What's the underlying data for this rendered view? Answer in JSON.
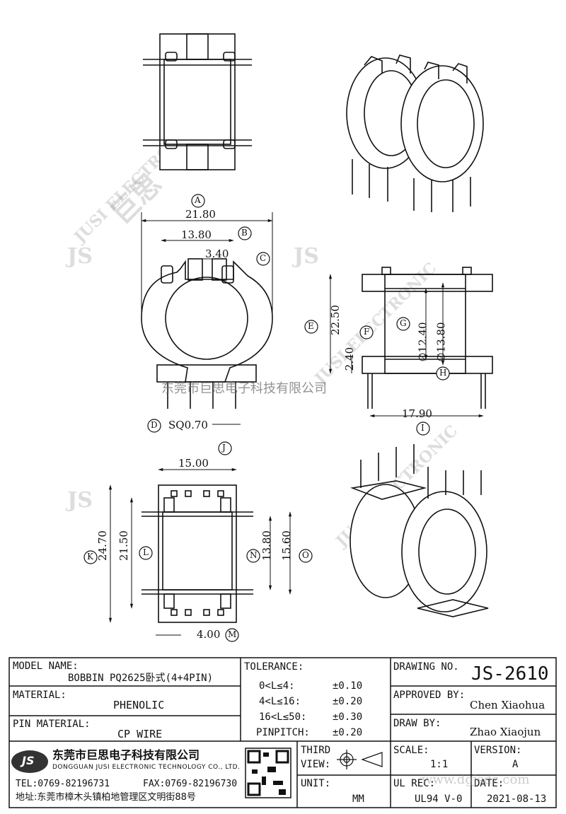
{
  "dims": {
    "A": "21.80",
    "B": "13.80",
    "C": "3.40",
    "D": "SQ0.70",
    "E": "22.50",
    "F": "2.40",
    "G": "∅12.40",
    "H": "∅13.80",
    "I": "17.90",
    "J": "15.00",
    "K": "24.70",
    "L": "21.50",
    "M": "4.00",
    "N": "13.80",
    "O": "15.60"
  },
  "callouts": [
    "A",
    "B",
    "C",
    "D",
    "E",
    "F",
    "G",
    "H",
    "I",
    "J",
    "K",
    "L",
    "M",
    "N",
    "O"
  ],
  "overlay_company": "东莞市巨思电子科技有限公司",
  "watermarks": {
    "logo": "JS",
    "chinese": "巨思",
    "english": "JUSI ELECTRONIC",
    "website": "www.dgjsdz.com"
  },
  "title_block": {
    "model_name_label": "MODEL NAME:",
    "model_name_value": "BOBBIN PQ2625卧式(4+4PIN)",
    "material_label": "MATERIAL:",
    "material_value": "PHENOLIC",
    "pin_material_label": "PIN MATERIAL:",
    "pin_material_value": "CP WIRE",
    "tolerance_label": "TOLERANCE:",
    "tolerances": [
      {
        "range": "0<L≤4:",
        "value": "±0.10"
      },
      {
        "range": "4<L≤16:",
        "value": "±0.20"
      },
      {
        "range": "16<L≤50:",
        "value": "±0.30"
      },
      {
        "range": "PINPITCH:",
        "value": "±0.20"
      }
    ],
    "drawing_no_label": "DRAWING NO.",
    "drawing_no_value": "JS-2610",
    "approved_by_label": "APPROVED BY:",
    "approved_by_value": "Chen Xiaohua",
    "draw_by_label": "DRAW BY:",
    "draw_by_value": "Zhao Xiaojun",
    "scale_label": "SCALE:",
    "scale_value": "1:1",
    "version_label": "VERSION:",
    "version_value": "A",
    "third_view_label_1": "THIRD",
    "third_view_label_2": "VIEW:",
    "unit_label": "UNIT:",
    "unit_value": "MM",
    "ul_rec_label": "UL REC:",
    "ul_rec_value": "UL94 V-0",
    "date_label": "DATE:",
    "date_value": "2021-08-13",
    "company_logo": "JS",
    "company_cn": "东莞市巨思电子科技有限公司",
    "company_en": "DONGGUAN JUSI ELECTRONIC TECHNOLOGY CO., LTD.",
    "tel": "TEL:0769-82196731",
    "fax": "FAX:0769-82196730",
    "address": "地址:东莞市樟木头镇柏地管理区文明街88号"
  }
}
